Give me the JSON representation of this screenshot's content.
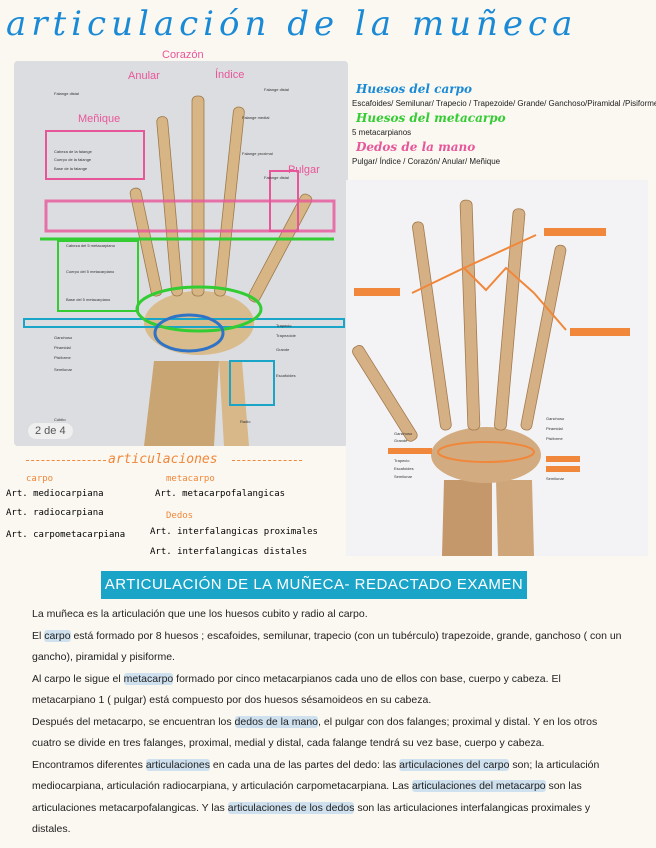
{
  "title": "articulación de la muñeca",
  "photo1": {
    "finger_labels": {
      "corazon": "Corazón",
      "anular": "Anular",
      "indice": "Índice",
      "menique": "Meñique",
      "pulgar": "Pulgar"
    },
    "pager": "2 de 4"
  },
  "side_notes": {
    "carpo_title": "Huesos del carpo",
    "carpo_text": "Escafoides/ Semilunar/ Trapecio / Trapezoide/ Grande/ Ganchoso/Piramidal /Pisiforme",
    "metacarpo_title": "Huesos del metacarpo",
    "metacarpo_text": "5 metacarpianos",
    "dedos_title": "Dedos de la mano",
    "dedos_text": "Pulgar/ Índice / Corazón/ Anular/ Meñique"
  },
  "articulaciones": {
    "heading": "articulaciones",
    "carpo_heading": "carpo",
    "carpo_items": [
      "Art. mediocarpiana",
      "Art. radiocarpiana",
      "Art. carpometacarpiana"
    ],
    "metacarpo_heading": "metacarpo",
    "metacarpo_items": [
      "Art. metacarpofalangicas"
    ],
    "dedos_heading": "Dedos",
    "dedos_items": [
      "Art. interfalangicas proximales",
      "Art. interfalangicas distales"
    ]
  },
  "banner": "ARTICULACIÓN DE LA MUÑECA- REDACTADO EXAMEN",
  "essay": {
    "p1": "La muñeca es la articulación que une los huesos cubito y radio al carpo.",
    "p2_a": "El ",
    "p2_hl": "carpo",
    "p2_b": " está formado por 8 huesos ; escafoides, semilunar, trapecio (con un tubérculo) trapezoide, grande, ganchoso ( con un gancho), piramidal y pisiforme.",
    "p3_a": "Al carpo le sigue el ",
    "p3_hl": "metacarpo",
    "p3_b": " formado por cinco metacarpianos cada uno de ellos con base, cuerpo y cabeza. El metacarpiano 1 ( pulgar) está compuesto por dos huesos sésamoideos en su cabeza.",
    "p4_a": "Después del metacarpo, se encuentran los ",
    "p4_hl": "dedos de la mano",
    "p4_b": ", el pulgar con dos falanges; proximal y distal. Y en los otros cuatro se divide en tres falanges, proximal, medial y distal, cada falange tendrá su vez base, cuerpo y cabeza.",
    "p5_a": "Encontramos diferentes ",
    "p5_hl1": "articulaciones",
    "p5_b": " en cada una de las partes del dedo: las ",
    "p5_hl2": "articulaciones del carpo",
    "p5_c": " son; la articulación mediocarpiana, articulación radiocarpiana, y articulación carpometacarpiana. Las ",
    "p5_hl3": "articulaciones del metacarpo",
    "p5_d": " son las articulaciones metacarpofalangicas. Y las ",
    "p5_hl4": "articulaciones de los dedos",
    "p5_e": " son las articulaciones interfalangicas proximales y distales."
  },
  "colors": {
    "title": "#1a8ad6",
    "pink": "#e8569a",
    "orange": "#f0873a",
    "green": "#33cc33",
    "cyan": "#1aa4c8",
    "highlight": "#cfe1ef"
  }
}
